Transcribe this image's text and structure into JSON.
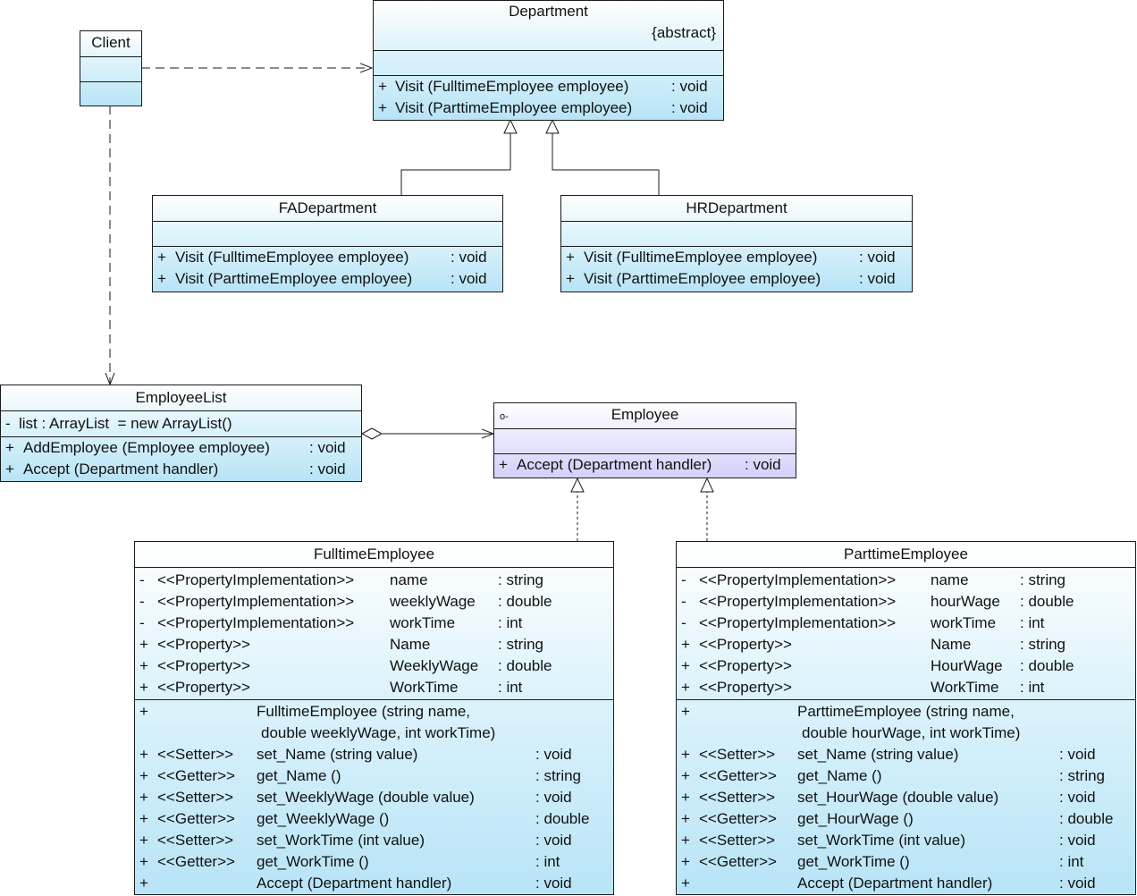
{
  "classes": {
    "department": {
      "name": "Department",
      "stereotype": "{abstract}",
      "methods": [
        {
          "vis": "+",
          "sig": "Visit (FulltimeEmployee employee)",
          "ret": ": void"
        },
        {
          "vis": "+",
          "sig": "Visit (ParttimeEmployee employee)",
          "ret": ": void"
        }
      ]
    },
    "client": {
      "name": "Client"
    },
    "fadepartment": {
      "name": "FADepartment",
      "methods": [
        {
          "vis": "+",
          "sig": "Visit (FulltimeEmployee employee)",
          "ret": ": void"
        },
        {
          "vis": "+",
          "sig": "Visit (ParttimeEmployee employee)",
          "ret": ": void"
        }
      ]
    },
    "hrdepartment": {
      "name": "HRDepartment",
      "methods": [
        {
          "vis": "+",
          "sig": "Visit (FulltimeEmployee employee)",
          "ret": ": void"
        },
        {
          "vis": "+",
          "sig": "Visit (ParttimeEmployee employee)",
          "ret": ": void"
        }
      ]
    },
    "employeelist": {
      "name": "EmployeeList",
      "attributes": [
        {
          "vis": "-",
          "text": "list : ArrayList  = new ArrayList()"
        }
      ],
      "methods": [
        {
          "vis": "+",
          "sig": "AddEmployee (Employee employee)",
          "ret": ": void"
        },
        {
          "vis": "+",
          "sig": "Accept (Department handler)",
          "ret": ": void"
        }
      ]
    },
    "employee": {
      "name": "Employee",
      "interface_mark": "o-",
      "methods": [
        {
          "vis": "+",
          "sig": "Accept (Department handler)",
          "ret": ": void"
        }
      ]
    },
    "fulltime": {
      "name": "FulltimeEmployee",
      "attributes": [
        {
          "vis": "-",
          "stereo": "<<PropertyImplementation>>",
          "name": "name",
          "type": ": string"
        },
        {
          "vis": "-",
          "stereo": "<<PropertyImplementation>>",
          "name": "weeklyWage",
          "type": ": double"
        },
        {
          "vis": "-",
          "stereo": "<<PropertyImplementation>>",
          "name": "workTime",
          "type": ": int"
        },
        {
          "vis": "+",
          "stereo": "<<Property>>",
          "name": "Name",
          "type": ": string"
        },
        {
          "vis": "+",
          "stereo": "<<Property>>",
          "name": "WeeklyWage",
          "type": ": double"
        },
        {
          "vis": "+",
          "stereo": "<<Property>>",
          "name": "WorkTime",
          "type": ": int"
        }
      ],
      "ctor_line1": "FulltimeEmployee (string name,",
      "ctor_line2": "double weeklyWage, int workTime)",
      "methods": [
        {
          "vis": "+",
          "stereo": "<<Setter>>",
          "sig": "set_Name (string value)",
          "ret": ": void"
        },
        {
          "vis": "+",
          "stereo": "<<Getter>>",
          "sig": "get_Name ()",
          "ret": ": string"
        },
        {
          "vis": "+",
          "stereo": "<<Setter>>",
          "sig": "set_WeeklyWage (double value)",
          "ret": ": void"
        },
        {
          "vis": "+",
          "stereo": "<<Getter>>",
          "sig": "get_WeeklyWage ()",
          "ret": ": double"
        },
        {
          "vis": "+",
          "stereo": "<<Setter>>",
          "sig": "set_WorkTime (int value)",
          "ret": ": void"
        },
        {
          "vis": "+",
          "stereo": "<<Getter>>",
          "sig": "get_WorkTime ()",
          "ret": ": int"
        },
        {
          "vis": "+",
          "stereo": "",
          "sig": "Accept (Department handler)",
          "ret": ": void"
        }
      ]
    },
    "parttime": {
      "name": "ParttimeEmployee",
      "attributes": [
        {
          "vis": "-",
          "stereo": "<<PropertyImplementation>>",
          "name": "name",
          "type": ": string"
        },
        {
          "vis": "-",
          "stereo": "<<PropertyImplementation>>",
          "name": "hourWage",
          "type": ": double"
        },
        {
          "vis": "-",
          "stereo": "<<PropertyImplementation>>",
          "name": "workTime",
          "type": ": int"
        },
        {
          "vis": "+",
          "stereo": "<<Property>>",
          "name": "Name",
          "type": ": string"
        },
        {
          "vis": "+",
          "stereo": "<<Property>>",
          "name": "HourWage",
          "type": ": double"
        },
        {
          "vis": "+",
          "stereo": "<<Property>>",
          "name": "WorkTime",
          "type": ": int"
        }
      ],
      "ctor_line1": "ParttimeEmployee (string name,",
      "ctor_line2": "double hourWage, int workTime)",
      "methods": [
        {
          "vis": "+",
          "stereo": "<<Setter>>",
          "sig": "set_Name (string value)",
          "ret": ": void"
        },
        {
          "vis": "+",
          "stereo": "<<Getter>>",
          "sig": "get_Name ()",
          "ret": ": string"
        },
        {
          "vis": "+",
          "stereo": "<<Setter>>",
          "sig": "set_HourWage (double value)",
          "ret": ": void"
        },
        {
          "vis": "+",
          "stereo": "<<Getter>>",
          "sig": "get_HourWage ()",
          "ret": ": double"
        },
        {
          "vis": "+",
          "stereo": "<<Setter>>",
          "sig": "set_WorkTime (int value)",
          "ret": ": void"
        },
        {
          "vis": "+",
          "stereo": "<<Getter>>",
          "sig": "get_WorkTime ()",
          "ret": ": int"
        },
        {
          "vis": "+",
          "stereo": "",
          "sig": "Accept (Department handler)",
          "ret": ": void"
        }
      ]
    }
  },
  "colors": {
    "class_fill": "#b8e4f7",
    "interface_fill": "#d3d0fb",
    "line": "#1a1a1a"
  }
}
